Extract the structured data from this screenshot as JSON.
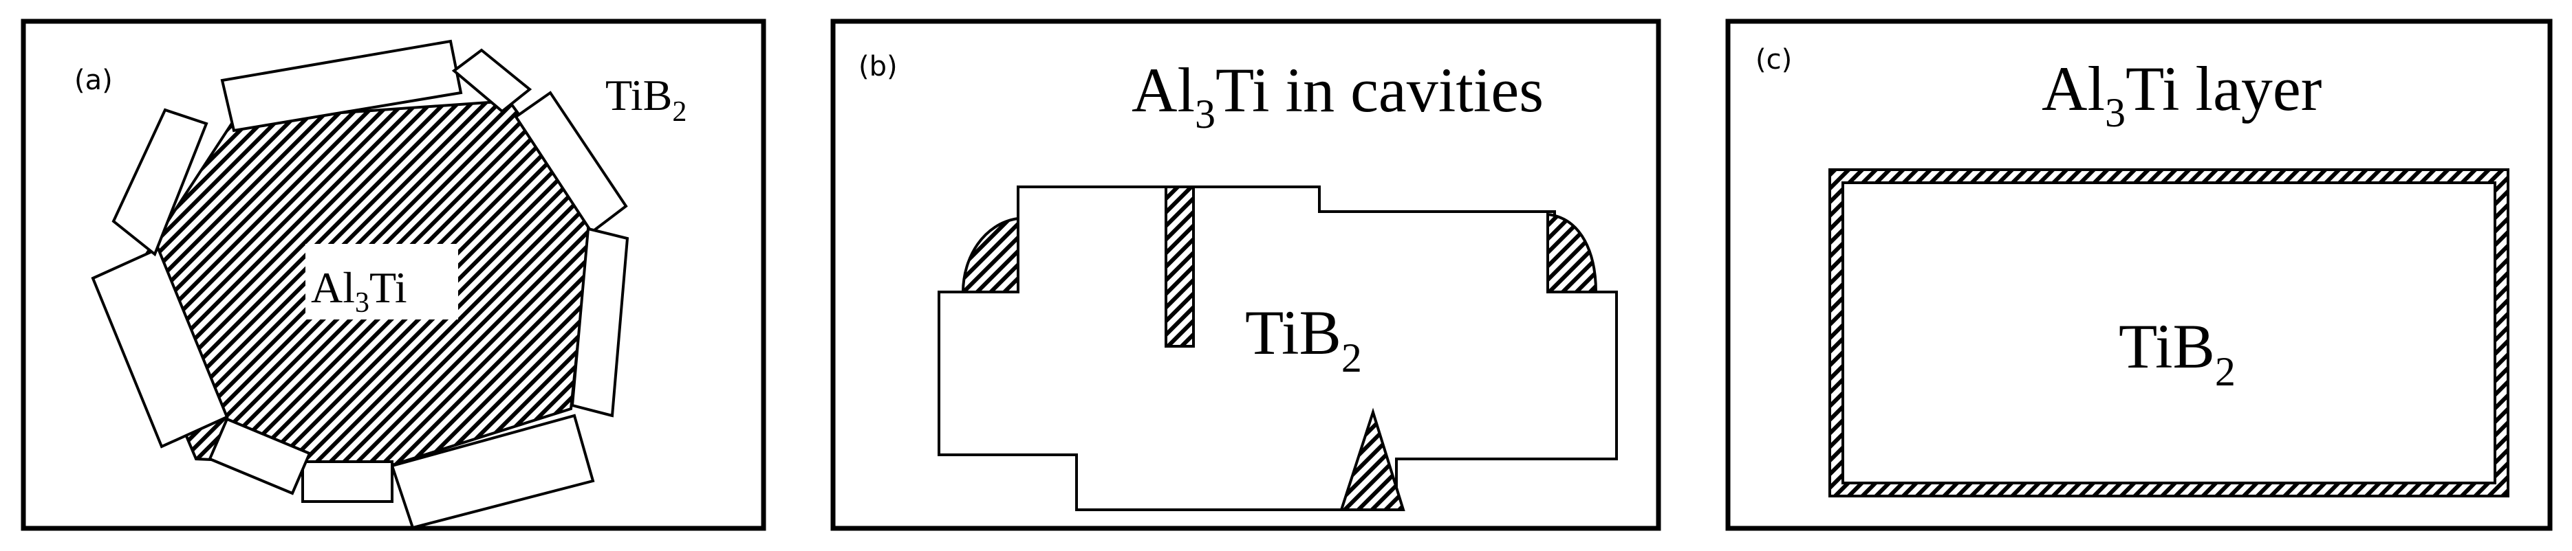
{
  "colors": {
    "line": "#000000",
    "background": "#ffffff"
  },
  "panels": [
    {
      "tag": "(a)",
      "label_center": {
        "main": "Al",
        "sub": "3",
        "tail": "Ti"
      },
      "label_corner": {
        "main": "TiB",
        "sub": "2"
      }
    },
    {
      "tag": "(b)",
      "title": {
        "main": "Al",
        "sub": "3",
        "tail": "Ti in cavities"
      },
      "label_body": {
        "main": "TiB",
        "sub": "2"
      }
    },
    {
      "tag": "(c)",
      "title": {
        "main": "Al",
        "sub": "3",
        "tail": "Ti layer"
      },
      "label_body": {
        "main": "TiB",
        "sub": "2"
      }
    }
  ]
}
